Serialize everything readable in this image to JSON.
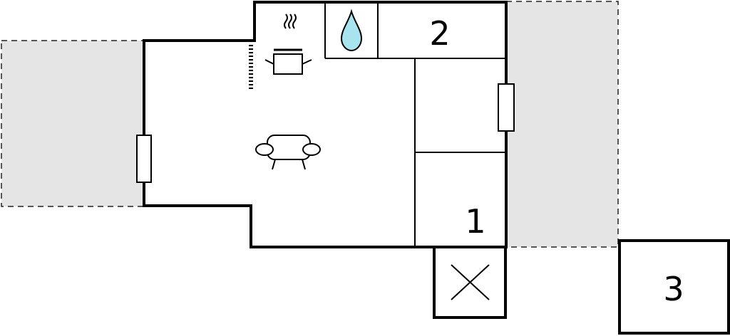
{
  "plan": {
    "rooms": [
      {
        "id": "room-1",
        "label": "1"
      },
      {
        "id": "room-2",
        "label": "2"
      },
      {
        "id": "room-3",
        "label": "3"
      }
    ],
    "icons": {
      "kitchen": "cooking-pot-icon",
      "bathroom": "water-drop-icon",
      "living": "sofa-icon",
      "void": "cross-icon"
    },
    "colors": {
      "terrace": "#e5e5e5",
      "water": "#a8e4ef",
      "wall": "#000000"
    }
  }
}
